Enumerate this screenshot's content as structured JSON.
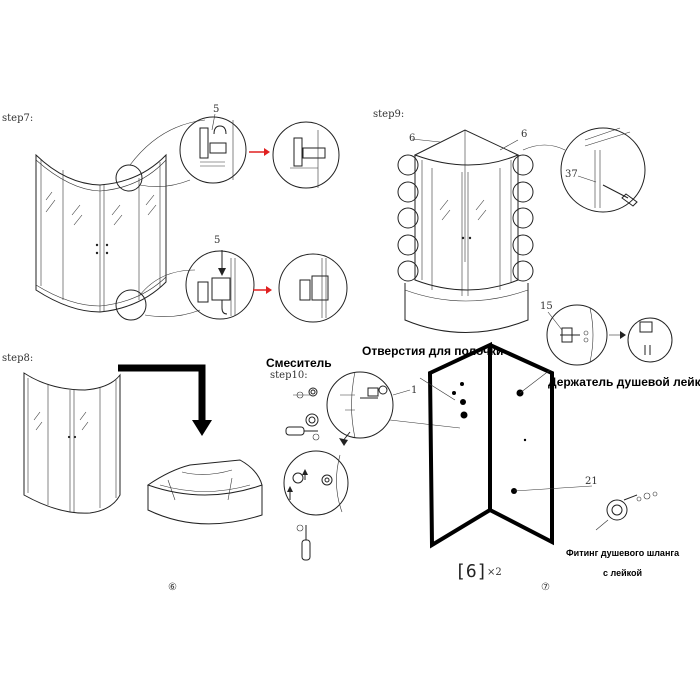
{
  "steps": {
    "step7": "step7:",
    "step8": "step8:",
    "step9": "step9:",
    "step10": "step10:"
  },
  "part_numbers": {
    "p5a": "5",
    "p5b": "5",
    "p6a": "6",
    "p6b": "6",
    "p37": "37",
    "p15": "15",
    "p21": "21",
    "p1": "1"
  },
  "labels": {
    "mixer": "Смеситель",
    "shelf_holes": "Отверстия для полочки",
    "shower_holder": "Держатель душевой лейки",
    "hose_fitting_line1": "Фитинг душевого шланга",
    "hose_fitting_line2": "с лейкой"
  },
  "panel_code": {
    "code": "[6]",
    "multiplier": "×2"
  },
  "page_numbers": {
    "left": "⑥",
    "right": "⑦"
  },
  "colors": {
    "arrow_red": "#e02020",
    "ink": "#111111"
  },
  "icons": [
    "arrow-down-icon",
    "arrow-right-icon",
    "plus-screw-icon"
  ]
}
